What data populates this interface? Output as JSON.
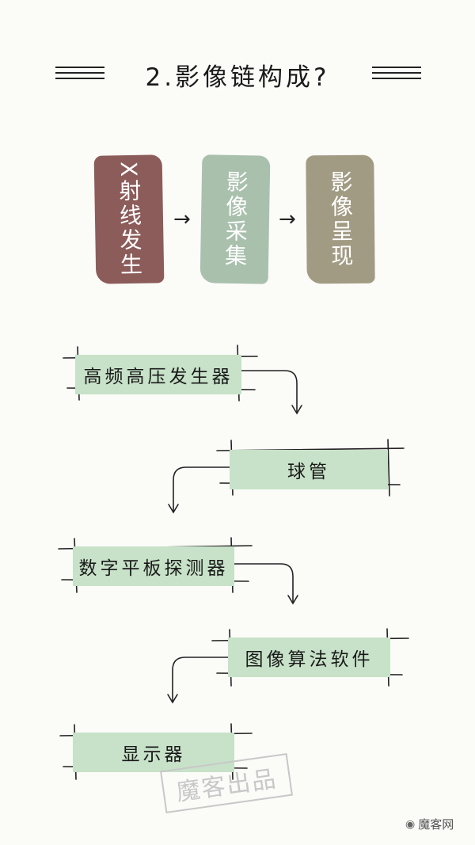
{
  "title": "2.影像链构成?",
  "flow_blocks": [
    {
      "label": "X射线发生",
      "color": "#8c5c5a"
    },
    {
      "label": "影像采集",
      "color": "#a9c0ad"
    },
    {
      "label": "影像呈现",
      "color": "#a29b84"
    }
  ],
  "chain_nodes": [
    "高频高压发生器",
    "球管",
    "数字平板探测器",
    "图像算法软件",
    "显示器"
  ],
  "node_color": "#c7e2c8",
  "stamp_text": "魔客出品",
  "watermark": {
    "icon": "wechat-icon",
    "text": "魔客网"
  }
}
